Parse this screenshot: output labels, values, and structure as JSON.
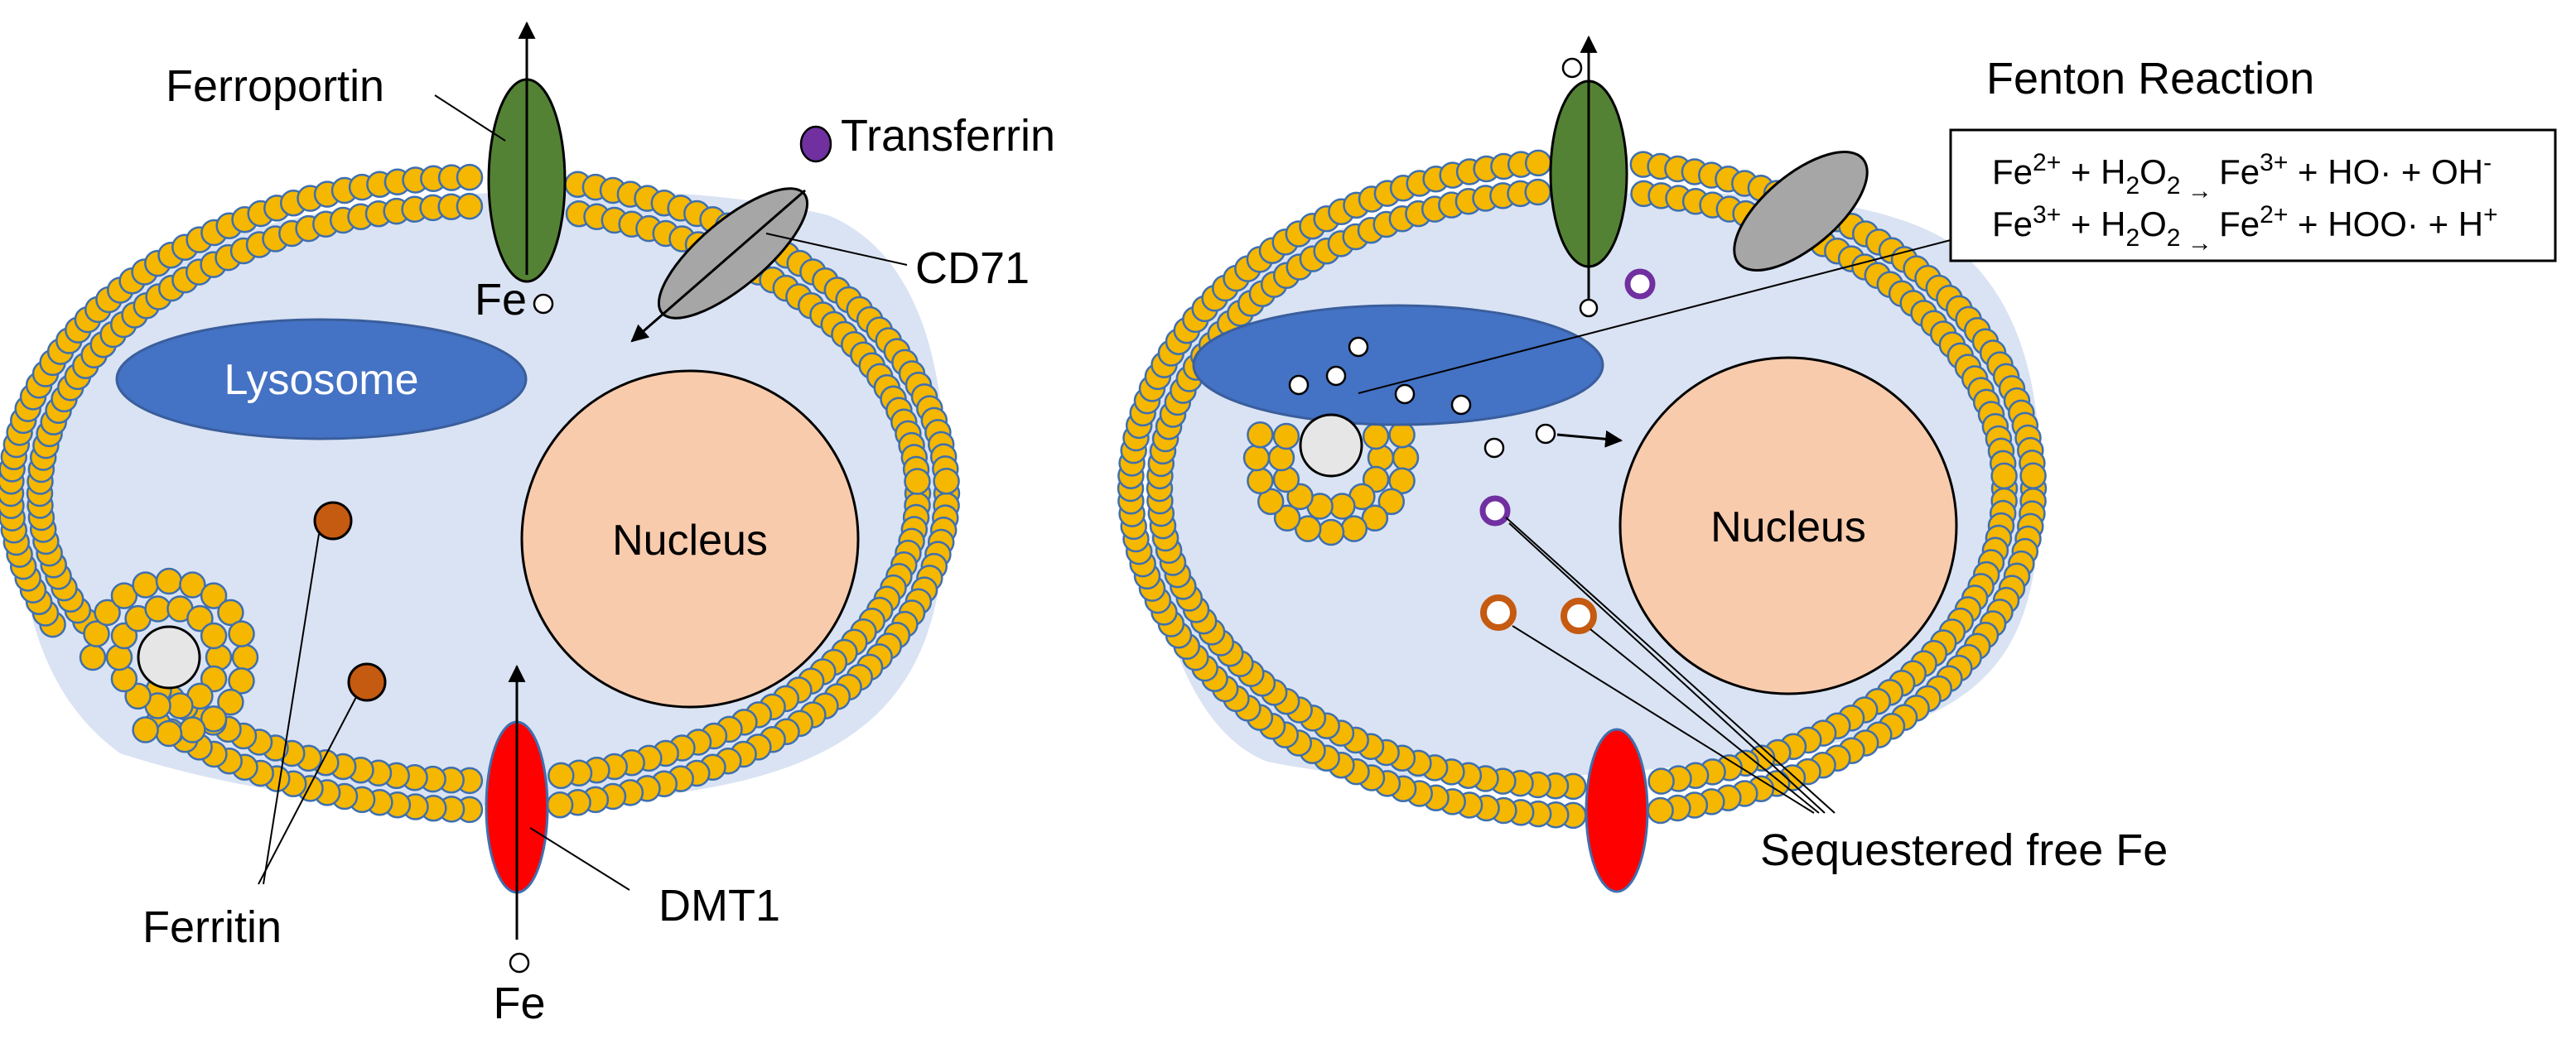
{
  "left_cell": {
    "labels": {
      "ferroportin": "Ferroportin",
      "transferrin": "Transferrin",
      "cd71": "CD71",
      "fe_top": "Fe",
      "lysosome": "Lysosome",
      "nucleus": "Nucleus",
      "ferritin": "Ferritin",
      "dmt1": "DMT1",
      "fe_bottom": "Fe"
    }
  },
  "right_cell": {
    "labels": {
      "nucleus": "Nucleus",
      "fenton_title": "Fenton Reaction",
      "sequestered": "Sequestered free Fe"
    },
    "equations": [
      {
        "lhs1": "Fe",
        "sup1": "2+",
        "plus1": " + H",
        "sub1": "2",
        "o": "O",
        "sub2": "2",
        "arrow": " → ",
        "rhs1": "Fe",
        "sup2": "3+",
        "rest": " + HO· + OH",
        "sup3": "-"
      },
      {
        "lhs1": "Fe",
        "sup1": "3+",
        "plus1": " + H",
        "sub1": "2",
        "o": "O",
        "sub2": "2",
        "arrow": " → ",
        "rhs1": "Fe",
        "sup2": "2+",
        "rest": " + HOO· + H",
        "sup3": "+"
      }
    ]
  },
  "colors": {
    "membrane_bead": "#f5b700",
    "membrane_edge": "#3e6fb0",
    "cytoplasm": "#dae3f3",
    "lysosome": "#4472c4",
    "nucleus": "#f8cbad",
    "ferroportin": "#548235",
    "cd71": "#a6a6a6",
    "dmt1": "#ff0000",
    "ferritin": "#c55a11",
    "transferrin": "#7030a0",
    "vesicle": "#e7e6e6"
  }
}
